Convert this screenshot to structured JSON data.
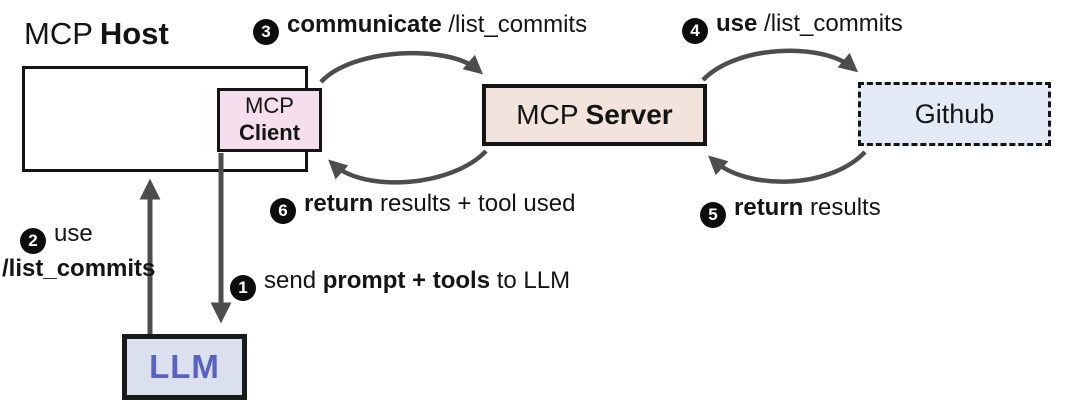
{
  "diagram": {
    "title": {
      "regular": "MCP",
      "bold": "Host"
    },
    "nodes": {
      "client": {
        "line1": "MCP",
        "line2": "Client",
        "fill": "#f5dfec"
      },
      "server": {
        "name_regular": "MCP",
        "name_bold": "Server",
        "fill": "#f2e4dd"
      },
      "github": {
        "name": "Github",
        "fill": "#e3eaf5"
      },
      "llm": {
        "name": "LLM",
        "fill": "#dbe0ee",
        "text_color": "#5a62c1"
      }
    },
    "colors": {
      "arrow": "#4d4d4d",
      "border": "#141414",
      "badge_bg": "#0d0d0d"
    },
    "steps": [
      {
        "number": "1",
        "segments": [
          {
            "text": "send ",
            "bold": false
          },
          {
            "text": "prompt + tools",
            "bold": true
          },
          {
            "text": " to LLM",
            "bold": false
          }
        ]
      },
      {
        "number": "2",
        "segments": [
          {
            "text": "use",
            "bold": false
          },
          {
            "break": true
          },
          {
            "text": "/list_commits",
            "bold": true
          }
        ]
      },
      {
        "number": "3",
        "segments": [
          {
            "text": "communicate",
            "bold": true
          },
          {
            "text": " /list_commits",
            "bold": false
          }
        ]
      },
      {
        "number": "4",
        "segments": [
          {
            "text": "use",
            "bold": true
          },
          {
            "text": " /list_commits",
            "bold": false
          }
        ]
      },
      {
        "number": "5",
        "segments": [
          {
            "text": "return",
            "bold": true
          },
          {
            "text": " results",
            "bold": false
          }
        ]
      },
      {
        "number": "6",
        "segments": [
          {
            "text": "return",
            "bold": true
          },
          {
            "text": " results + tool used",
            "bold": false
          }
        ]
      }
    ]
  }
}
